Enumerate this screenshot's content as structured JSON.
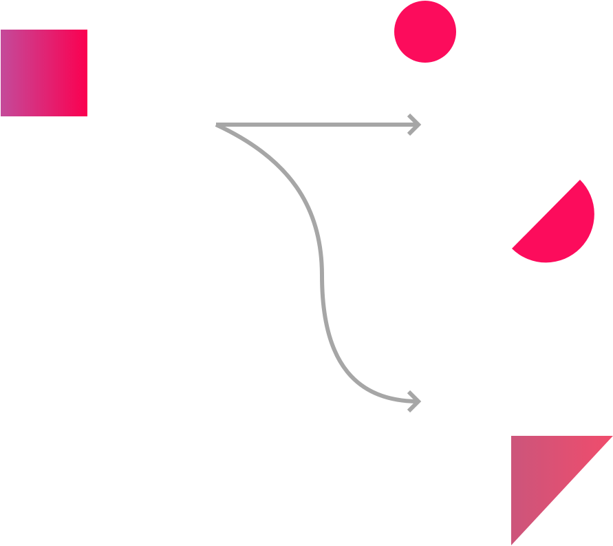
{
  "colors": {
    "background": "#ffffff",
    "arrow": "#a6a6a6",
    "circle": "#fc0c5c",
    "half_circle": "#fc0c5c",
    "square_gradient_start": "#c44a9a",
    "square_gradient_end": "#fb0050",
    "triangle_gradient_start": "#cc557b",
    "triangle_gradient_end": "#f04c6c"
  },
  "shapes": [
    {
      "kind": "gradient-square",
      "icon": "square-shape"
    },
    {
      "kind": "circle",
      "icon": "circle-shape"
    },
    {
      "kind": "half-circle",
      "icon": "half-circle-shape"
    },
    {
      "kind": "right-triangle",
      "icon": "triangle-shape"
    }
  ],
  "arrows": [
    {
      "kind": "straight",
      "icon": "right-arrow-icon"
    },
    {
      "kind": "curved",
      "icon": "curved-arrow-icon"
    }
  ]
}
